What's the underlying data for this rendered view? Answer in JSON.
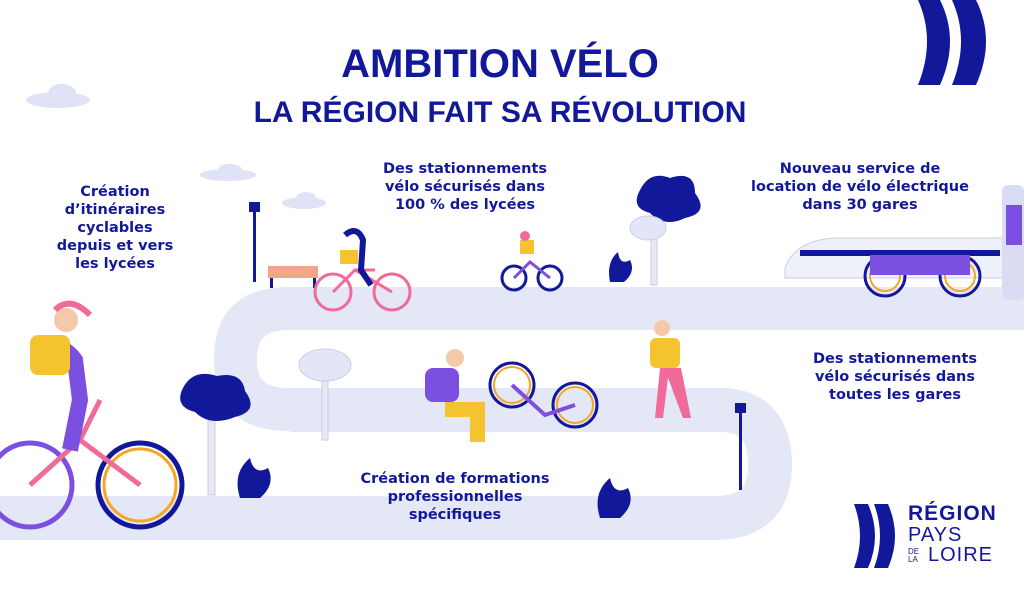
{
  "header": {
    "title": "AMBITION VÉLO",
    "subtitle": "LA RÉGION FAIT SA RÉVOLUTION"
  },
  "captions": {
    "itineraires": [
      "Création",
      "d’itinéraires",
      "cyclables",
      "depuis et vers",
      "les lycées"
    ],
    "lycees": [
      "Des stationnements",
      "vélo sécurisés dans",
      "100 % des lycées"
    ],
    "location": [
      "Nouveau service de",
      "location de vélo électrique",
      "dans 30 gares"
    ],
    "gares": [
      "Des stationnements",
      "vélo sécurisés dans",
      "toutes les gares"
    ],
    "formations": [
      "Création de formations",
      "professionnelles",
      "spécifiques"
    ]
  },
  "logo": {
    "line1": "RÉGION",
    "line2": "PAYS",
    "line3a": "DE",
    "line3b": "LA",
    "line4": "LOIRE"
  },
  "colors": {
    "brand": "#12189a",
    "road": "#e4e7f6",
    "accent_purple": "#7b4fe0",
    "accent_pink": "#f06a9a",
    "accent_yellow": "#f5c330"
  }
}
